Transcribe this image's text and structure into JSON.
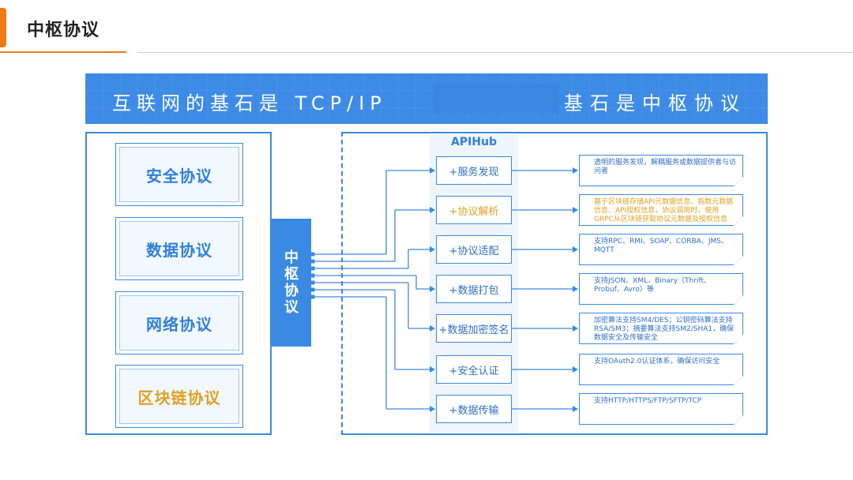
{
  "header": {
    "title": "中枢协议"
  },
  "banner": {
    "left_text": "互联网的基石是 TCP/IP",
    "right_text": "基石是中枢协议"
  },
  "left_panel": {
    "protocols": [
      {
        "label": "安全协议",
        "highlight": false
      },
      {
        "label": "数据协议",
        "highlight": false
      },
      {
        "label": "网络协议",
        "highlight": false
      },
      {
        "label": "区块链协议",
        "highlight": true
      }
    ]
  },
  "hub": {
    "label_chars": [
      "中",
      "枢",
      "协",
      "议"
    ]
  },
  "apihub": {
    "title": "APIHub",
    "services": [
      {
        "label": "+服务发现",
        "highlight": false,
        "desc": "透明的服务发现，解耦服务或数据提供者与访问者"
      },
      {
        "label": "+协议解析",
        "highlight": true,
        "desc": "基于区块链存储API元数据信息、指数元数据信息、API授权信息，协议调用时，使用GRPC从区块链获取协议元数据及授权信息"
      },
      {
        "label": "+协议适配",
        "highlight": false,
        "desc": "支持RPC、RMI、SOAP、CORBA、JMS、MQTT"
      },
      {
        "label": "+数据打包",
        "highlight": false,
        "desc": "支持JSON、XML、Binary（Thrift、Probuf、Avro）等"
      },
      {
        "label": "+数据加密签名",
        "highlight": false,
        "desc": "加密算法支持SM4/DES；公钥密码算法支持RSA/SM3；摘要算法支持SM2/SHA1，确保数据安全及传输安全"
      },
      {
        "label": "+安全认证",
        "highlight": false,
        "desc": "支持OAuth2.0认证体系，确保访问安全"
      },
      {
        "label": "+数据传输",
        "highlight": false,
        "desc": "支持HTTP/HTTPS/FTP/SFTP/TCP"
      }
    ]
  },
  "colors": {
    "primary_blue": "#3b89e0",
    "accent_orange": "#f07a12",
    "highlight_gold": "#e0a020"
  }
}
